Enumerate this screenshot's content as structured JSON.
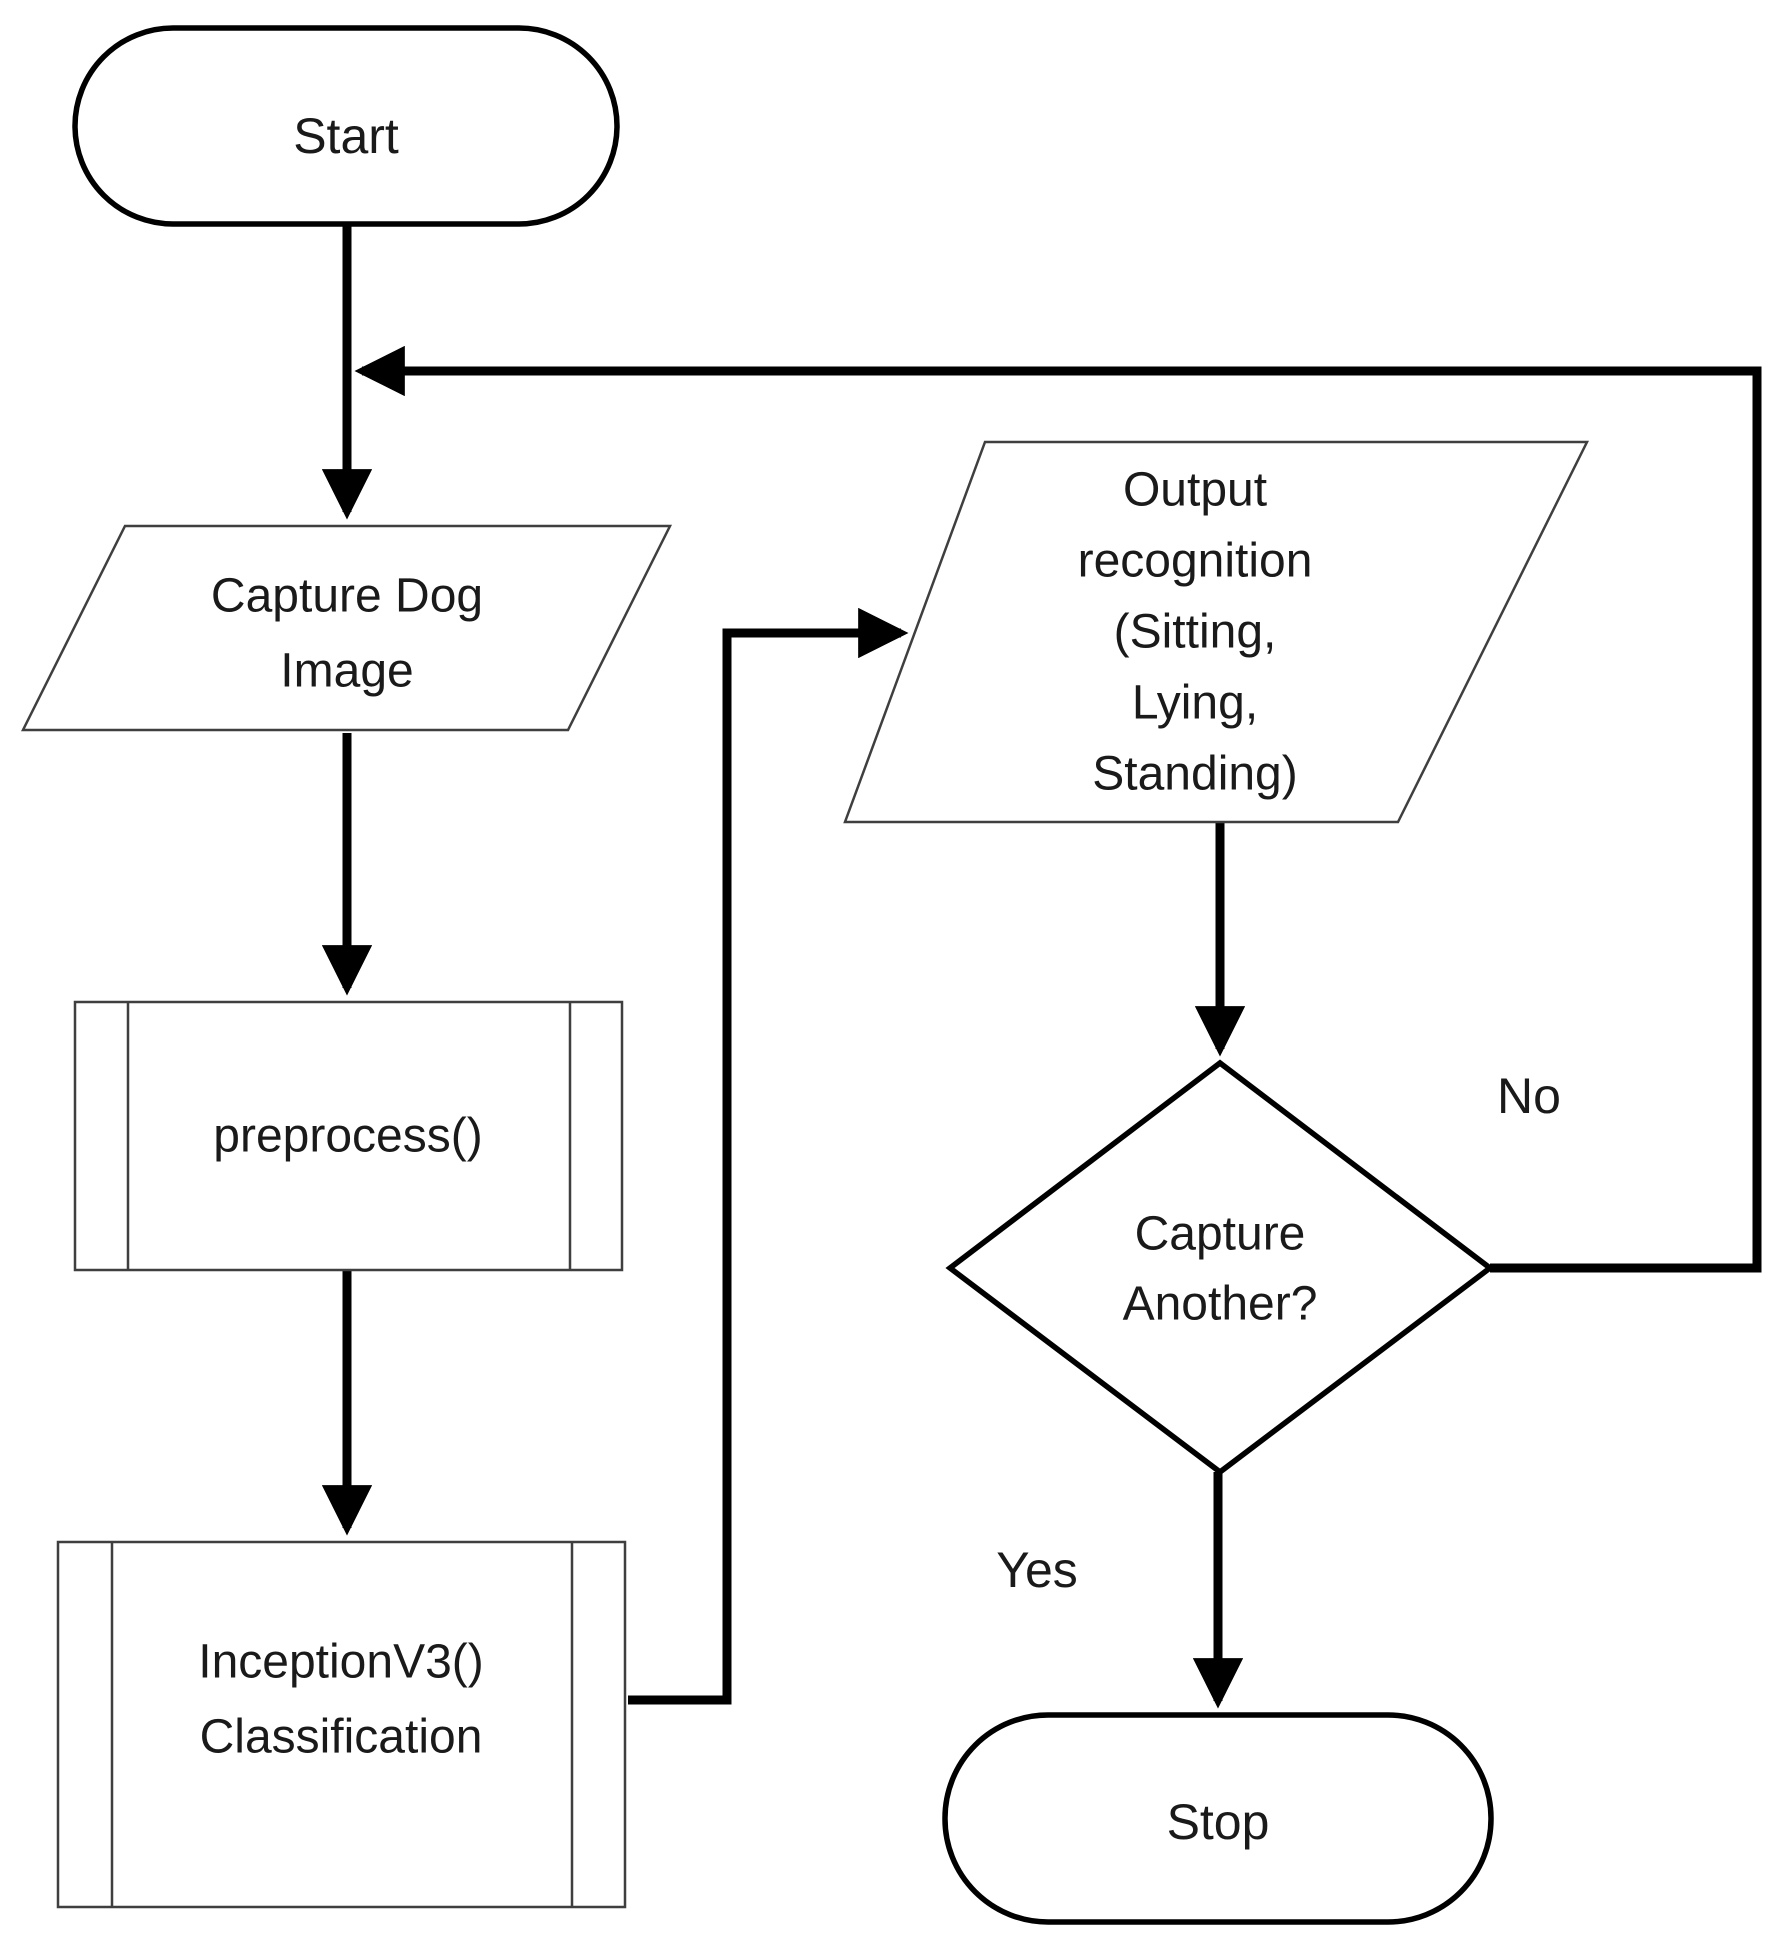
{
  "nodes": {
    "start": {
      "type": "terminator",
      "label": "Start"
    },
    "capture": {
      "type": "data-parallelogram",
      "line1": "Capture Dog",
      "line2": "Image"
    },
    "preprocess": {
      "type": "predefined-process",
      "label": "preprocess()"
    },
    "inception": {
      "type": "predefined-process",
      "line1": "InceptionV3()",
      "line2": "Classification"
    },
    "output": {
      "type": "data-parallelogram",
      "line1": "Output",
      "line2": "recognition",
      "line3": "(Sitting,",
      "line4": "Lying,",
      "line5": "Standing)"
    },
    "decision": {
      "type": "decision-diamond",
      "line1": "Capture",
      "line2": "Another?"
    },
    "stop": {
      "type": "terminator",
      "label": "Stop"
    }
  },
  "edge_labels": {
    "no": "No",
    "yes": "Yes"
  },
  "edges": [
    {
      "from": "start",
      "to": "capture",
      "label": ""
    },
    {
      "from": "capture",
      "to": "preprocess",
      "label": ""
    },
    {
      "from": "preprocess",
      "to": "inception",
      "label": ""
    },
    {
      "from": "inception",
      "to": "output",
      "label": ""
    },
    {
      "from": "output",
      "to": "decision",
      "label": ""
    },
    {
      "from": "decision",
      "to": "stop",
      "label": "Yes"
    },
    {
      "from": "decision",
      "to": "capture",
      "label": "No"
    }
  ],
  "colors": {
    "background": "#ffffff",
    "connector": "#000000",
    "shape_stroke_thick": "#000000",
    "shape_stroke_thin": "#3f3f3f",
    "text": "#1a1a1a"
  }
}
